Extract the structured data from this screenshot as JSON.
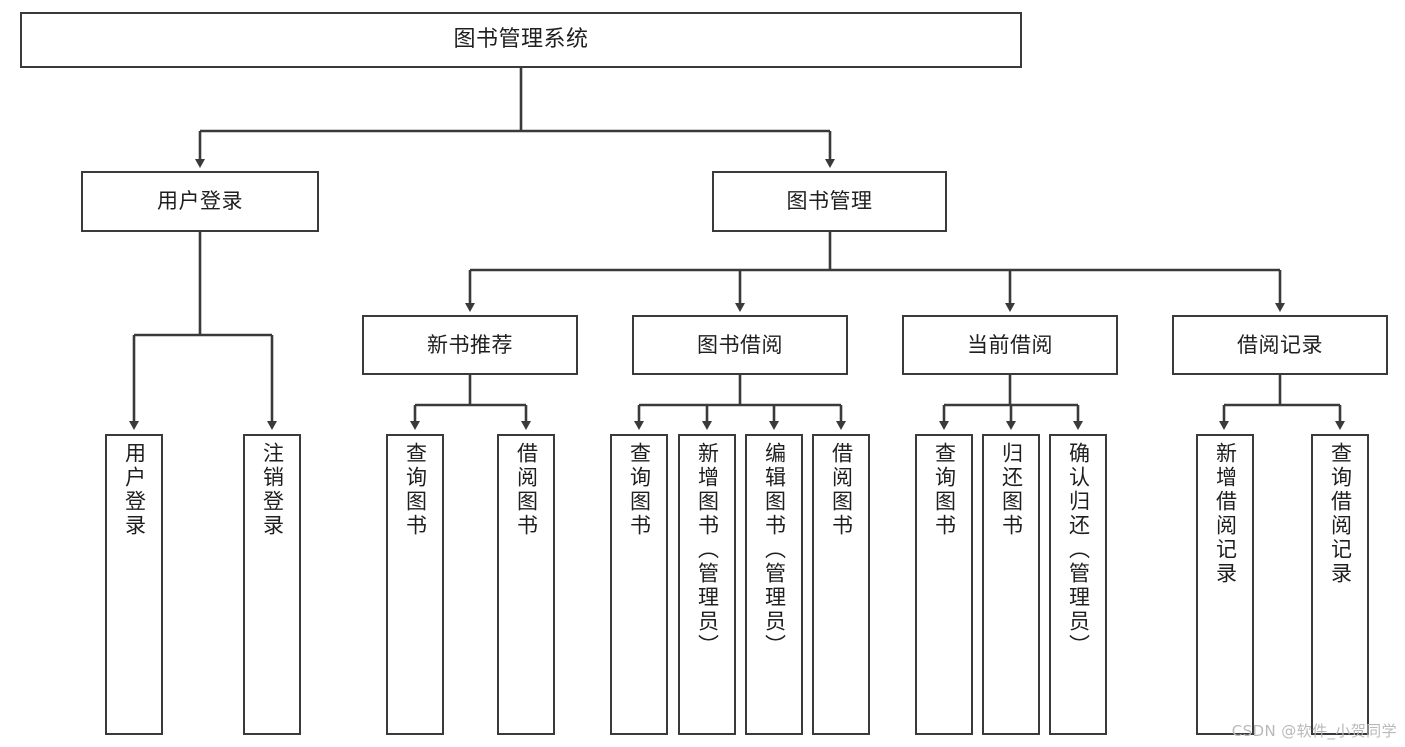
{
  "diagram": {
    "title": "图书管理系统",
    "watermark": "CSDN @软件_小贺同学",
    "line_color": "#3a3a3a",
    "box_fill": "#ffffff",
    "text_color": "#1f1f1f"
  },
  "nodes": {
    "root": {
      "label": "图书管理系统"
    },
    "level2": [
      {
        "label": "用户登录"
      },
      {
        "label": "图书管理"
      }
    ],
    "level3": [
      {
        "label": "新书推荐"
      },
      {
        "label": "图书借阅"
      },
      {
        "label": "当前借阅"
      },
      {
        "label": "借阅记录"
      }
    ],
    "leaves_user_login": [
      {
        "label": "用户登录"
      },
      {
        "label": "注销登录"
      }
    ],
    "leaves_new_book": [
      {
        "label": "查询图书"
      },
      {
        "label": "借阅图书"
      }
    ],
    "leaves_borrow": [
      {
        "label": "查询图书"
      },
      {
        "label": "新增图书（管理员）"
      },
      {
        "label": "编辑图书（管理员）"
      },
      {
        "label": "借阅图书"
      }
    ],
    "leaves_current": [
      {
        "label": "查询图书"
      },
      {
        "label": "归还图书"
      },
      {
        "label": "确认归还（管理员）"
      }
    ],
    "leaves_records": [
      {
        "label": "新增借阅记录"
      },
      {
        "label": "查询借阅记录"
      }
    ]
  }
}
